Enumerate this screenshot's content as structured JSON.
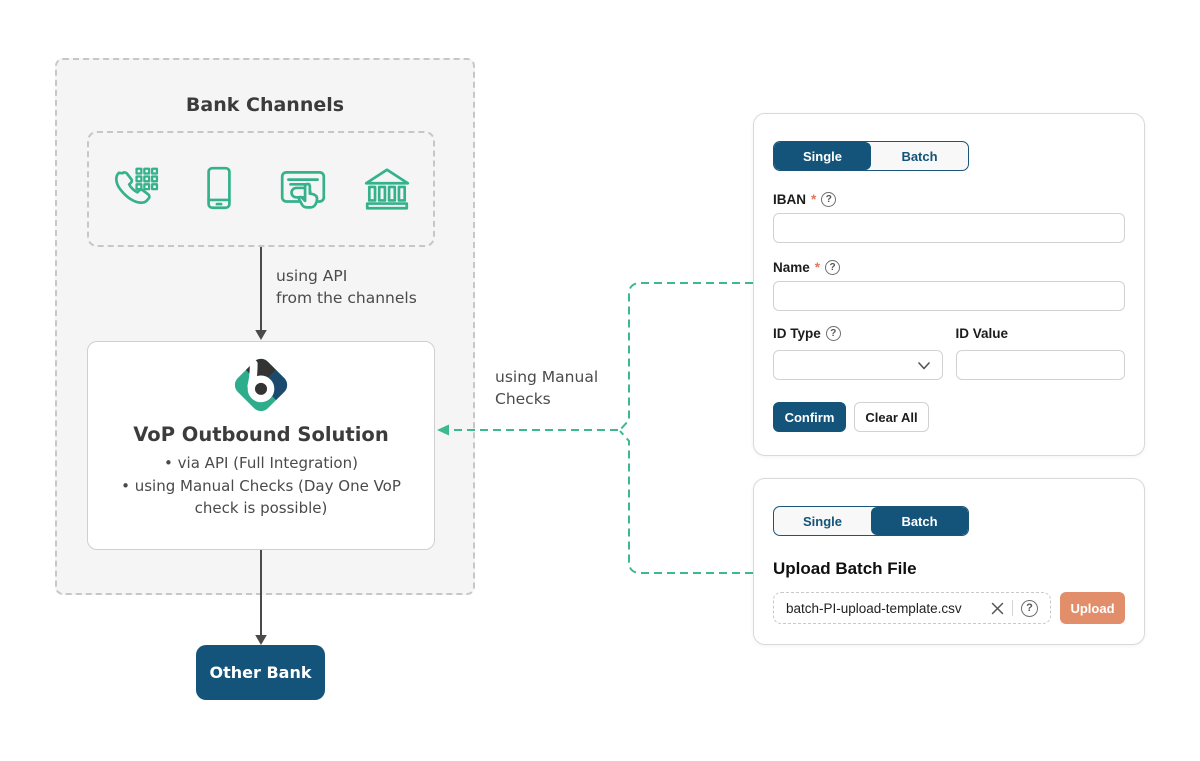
{
  "colors": {
    "accent_teal": "#35B28B",
    "dash_teal": "#3CB992",
    "primary_navy": "#14537A",
    "salmon": "#E28E6B",
    "required_salmon": "#E0775A",
    "arrow_gray": "#4A4A4A",
    "box_bg": "#F5F5F6"
  },
  "icons": {
    "help": "?",
    "channel_icons": [
      "phone-keypad-icon",
      "smartphone-icon",
      "card-tap-icon",
      "bank-building-icon"
    ]
  },
  "diagram": {
    "bank_channels_title": "Bank Channels",
    "api_arrow_label": "using API\nfrom the channels",
    "manual_checks_label": "using Manual\nChecks",
    "vop_title": "VoP Outbound Solution",
    "vop_bullets": [
      "via API (Full Integration)",
      "using Manual Checks (Day One VoP check is possible)"
    ],
    "other_bank_label": "Other Bank"
  },
  "single_panel": {
    "tabs": {
      "single": "Single",
      "batch": "Batch",
      "active": "Single"
    },
    "iban_label": "IBAN",
    "name_label": "Name",
    "id_type_label": "ID Type",
    "id_value_label": "ID Value",
    "required_marker": "*",
    "iban_value": "",
    "name_value": "",
    "id_type_value": "",
    "id_value_value": "",
    "confirm_label": "Confirm",
    "clear_all_label": "Clear All"
  },
  "batch_panel": {
    "tabs": {
      "single": "Single",
      "batch": "Batch",
      "active": "Batch"
    },
    "heading": "Upload Batch File",
    "file_name": "batch-PI-upload-template.csv",
    "upload_label": "Upload"
  }
}
